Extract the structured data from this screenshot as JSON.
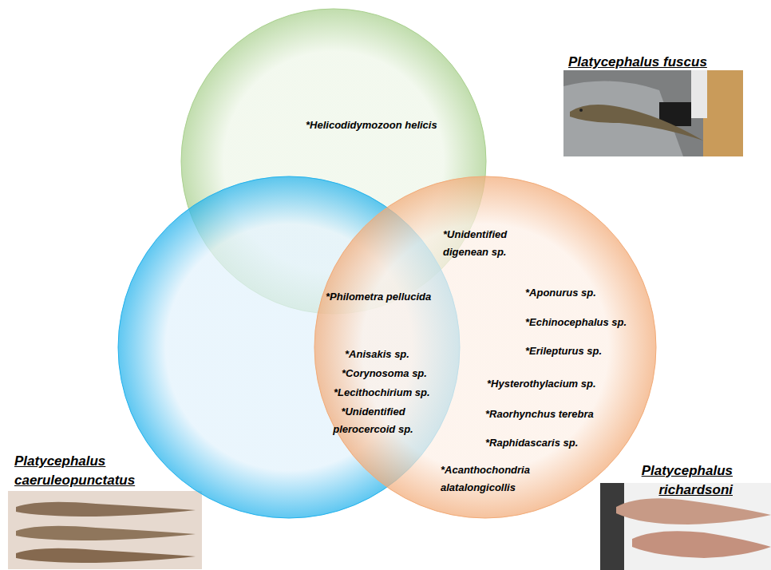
{
  "diagram": {
    "nodes": [
      {
        "text": [
          "Platycephalus fuscus"
        ]
      },
      {
        "text": [
          "Platycephalus caeruleopunctatus"
        ]
      },
      {
        "text": [
          "Platycephalus richardsoni"
        ]
      }
    ],
    "labels": [
      "*Helicodidymozoon helicis",
      "*Unidentified digenean sp.",
      "*Philometra pellucida",
      "*Aponurus sp.",
      "*Echinocephalus sp.",
      "*Erilepturus sp.",
      "*Hysterothylacium sp.",
      "*Raorhynchus terebra",
      "*Raphidascaris sp.",
      "*Acanthochondria alatalongicollis",
      "*Anisakis sp.",
      "*Corynosoma sp.",
      "*Lecithochirium sp.",
      "*Unidentified plerocercoid sp."
    ]
  }
}
